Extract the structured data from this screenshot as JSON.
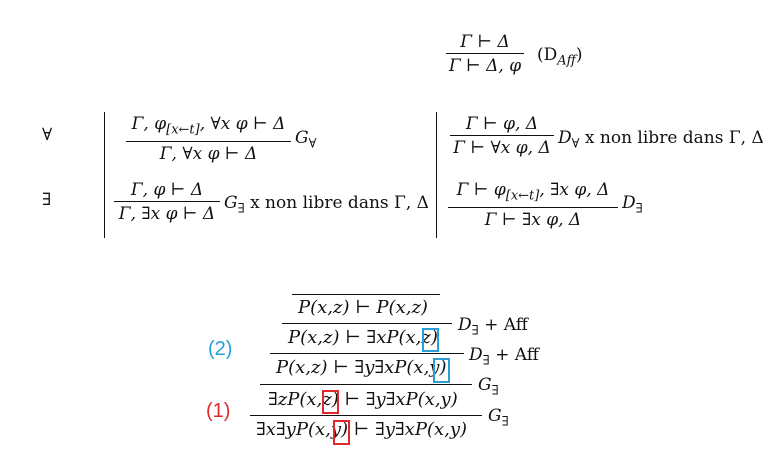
{
  "daff": {
    "num": "Γ ⊢ Δ",
    "den": "Γ ⊢ Δ, φ",
    "label": "(D",
    "label_sub": "Aff",
    "label_close": ")"
  },
  "table": {
    "forall_symbol": "∀",
    "exists_symbol": "∃",
    "g_forall": {
      "num": "Γ, φ",
      "num_sub": "[x←t]",
      "num_rest": ", ∀x φ ⊢ Δ",
      "den": "Γ, ∀x φ ⊢ Δ",
      "label": "G",
      "label_sub": "∀"
    },
    "d_forall": {
      "num": "Γ ⊢ φ, Δ",
      "den": "Γ ⊢ ∀x φ, Δ",
      "label": "D",
      "label_sub": "∀",
      "condition": "x non libre dans Γ, Δ"
    },
    "g_exists": {
      "num": "Γ, φ ⊢ Δ",
      "den": "Γ, ∃x φ ⊢ Δ",
      "label": "G",
      "label_sub": "∃",
      "condition": "x non libre dans Γ, Δ"
    },
    "d_exists": {
      "num": "Γ ⊢ φ",
      "num_sub": "[x←t]",
      "num_rest": ", ∃x φ, Δ",
      "den": "Γ ⊢ ∃x φ, Δ",
      "label": "D",
      "label_sub": "∃"
    }
  },
  "proof": {
    "line1": "P(x,z) ⊢ P(x,z)",
    "line2_a": "P(x,z) ⊢ ∃xP(x,",
    "line2_b": "z",
    "line2_c": ")",
    "line3_a": "P(x,z) ⊢ ∃y∃xP(x,",
    "line3_b": "y",
    "line3_c": ")",
    "line4_a": "∃zP(x,",
    "line4_b": "z",
    "line4_c": ") ⊢ ∃y∃xP(x,y)",
    "line5_a": "∃x∃yP(x,",
    "line5_b": "y",
    "line5_c": ") ⊢ ∃y∃xP(x,y)",
    "rule2": "D",
    "rule2_sub": "∃",
    "rule2_suffix": " + Aff",
    "rule3": "D",
    "rule3_sub": "∃",
    "rule3_suffix": " + Aff",
    "rule4": "G",
    "rule4_sub": "∃",
    "rule5": "G",
    "rule5_sub": "∃",
    "label_blue": "(2)",
    "label_red": "(1)",
    "color_blue": "#2a9fd6",
    "color_red": "#e0282d"
  }
}
